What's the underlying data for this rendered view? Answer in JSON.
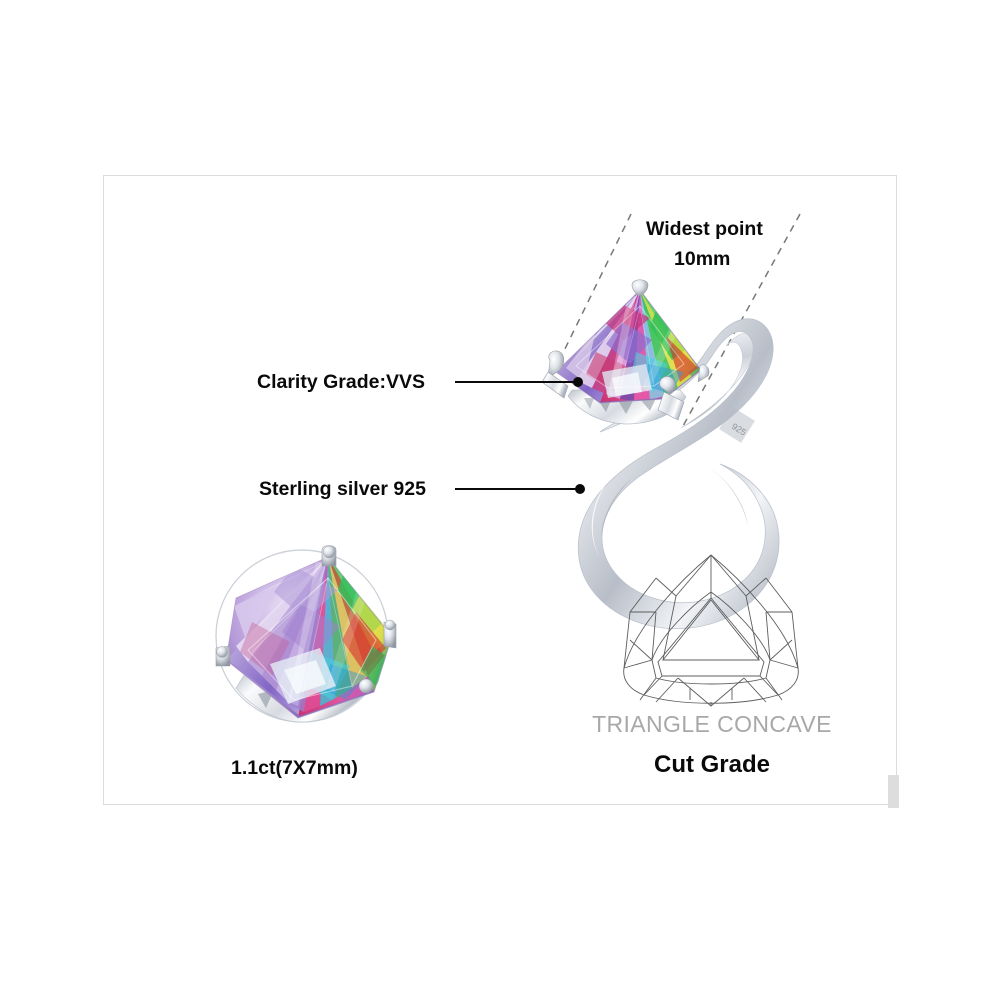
{
  "page": {
    "background_color": "#ffffff",
    "panel": {
      "border_color": "#dcdcdc",
      "background_color": "#ffffff"
    }
  },
  "annotations": {
    "widest_point": {
      "line1": "Widest point",
      "line2": "10mm",
      "color": "#0a0a0a"
    },
    "clarity": {
      "label": "Clarity Grade:VVS",
      "color": "#0a0a0a"
    },
    "metal": {
      "label": "Sterling silver 925",
      "color": "#0a0a0a"
    },
    "carat": {
      "label": "1.1ct(7X7mm)",
      "color": "#0a0a0a"
    }
  },
  "cut": {
    "name": "TRIANGLE CONCAVE",
    "name_color": "#a8a8a8",
    "grade_label": "Cut Grade",
    "grade_color": "#0a0a0a"
  },
  "icons": {
    "ring": "ring-with-trillion-gemstone-icon",
    "loose_stone": "loose-trillion-gemstone-icon",
    "facet_diagram": "trillion-cut-facet-diagram-icon",
    "leader_dot": "leader-line-dot-icon",
    "dashed_guide": "dashed-measurement-guide-icon"
  },
  "gem_colors": {
    "magenta": "#e0359a",
    "violet": "#8f6fd0",
    "cyan": "#49d3e8",
    "green": "#3fc76a",
    "yellow": "#e8e24a",
    "red": "#d93b3b",
    "orange": "#e8853b",
    "blue": "#3a6fd8",
    "silver_light": "#fbfbfc",
    "silver_mid": "#d3d6dc",
    "silver_dark": "#9aa0aa",
    "outline": "#4a4a4a"
  }
}
